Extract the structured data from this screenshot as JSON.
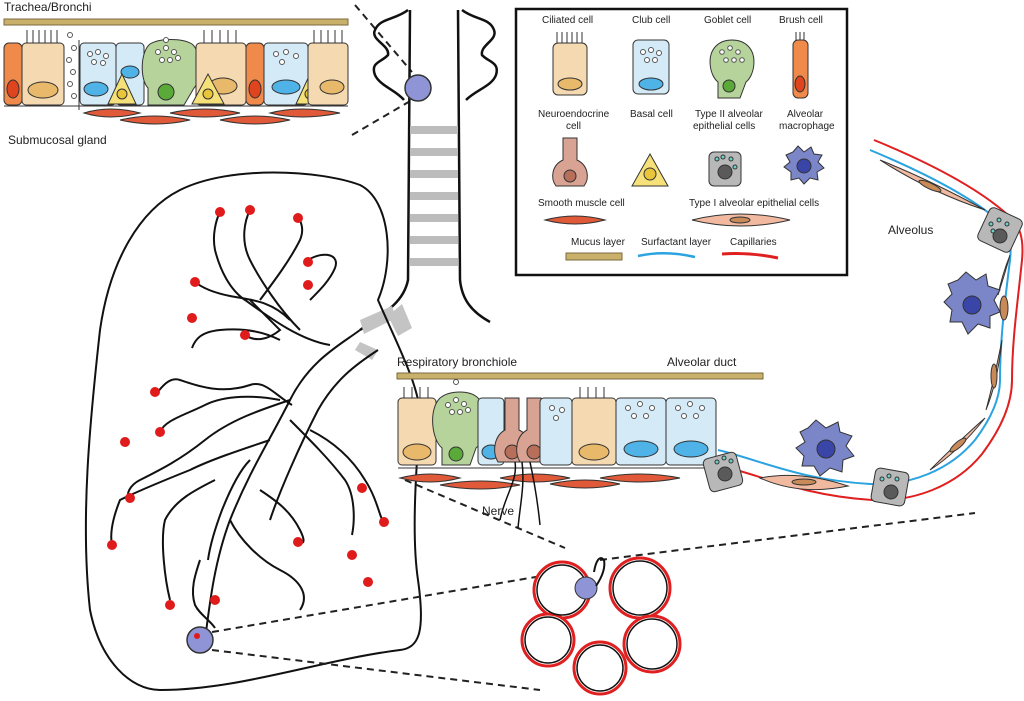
{
  "labels": {
    "trachea": "Trachea/Bronchi",
    "submucosal_gland": "Submucosal gland",
    "respiratory_bronchiole": "Respiratory bronchiole",
    "alveolar_duct": "Alveolar duct",
    "nerve": "Nerve",
    "alveolus": "Alveolus"
  },
  "legend": {
    "ciliated": "Ciliated cell",
    "club": "Club cell",
    "goblet": "Goblet cell",
    "brush": "Brush cell",
    "neuro_l1": "Neuroendocrine",
    "neuro_l2": "cell",
    "basal": "Basal cell",
    "type2_l1": "Type II alveolar",
    "type2_l2": "epithelial cells",
    "macro_l1": "Alveolar",
    "macro_l2": "macrophage",
    "smooth": "Smooth muscle cell",
    "type1": "Type I alveolar epithelial cells",
    "mucus": "Mucus layer",
    "surfactant": "Surfactant layer",
    "capillaries": "Capillaries"
  },
  "colors": {
    "ciliated": "#f5d9b0",
    "club": "#d4ebf7",
    "goblet": "#b5d39a",
    "brush": "#f08a4b",
    "neuro": "#d9a394",
    "basal": "#f5e07a",
    "type2": "#b8b8b8",
    "macrophage": "#7b86c9",
    "smooth_muscle": "#e05a3a",
    "type1": "#f0b9a0",
    "mucus": "#c9b06b",
    "surfactant": "#2aa3e0",
    "capillary": "#e02020",
    "alveolar_sac": "#8f94d6"
  }
}
